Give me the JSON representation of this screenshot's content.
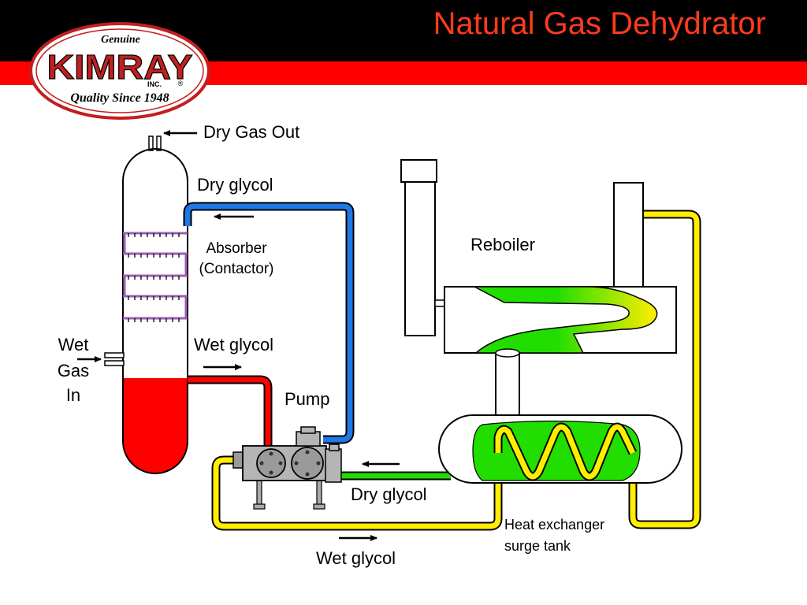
{
  "title": "Natural Gas Dehydrator",
  "logo": {
    "top_text": "Genuine",
    "brand": "KIMRAY",
    "sub": "INC.",
    "tagline": "Quality Since 1948",
    "registered_mark": "®"
  },
  "labels": {
    "dry_gas_out": "Dry Gas Out",
    "dry_glycol_top": "Dry glycol",
    "absorber_line1": "Absorber",
    "absorber_line2": "(Contactor)",
    "wet_glycol_mid": "Wet glycol",
    "wet_gas_in_line1": "Wet",
    "wet_gas_in_line2": "Gas",
    "wet_gas_in_line3": "In",
    "pump": "Pump",
    "reboiler": "Reboiler",
    "dry_glycol_bottom": "Dry glycol",
    "heat_exchanger_line1": "Heat exchanger",
    "heat_exchanger_line2": "surge tank",
    "wet_glycol_bottom": "Wet glycol"
  },
  "colors": {
    "header_bg": "#000000",
    "header_band": "#ff0000",
    "title": "#ff3b1f",
    "dry_glycol_line": "#1e78e6",
    "wet_glycol_line": "#ff0000",
    "return_line": "#ffee00",
    "dry_glycol_return": "#22dd00",
    "tray": "#9a5fb0"
  }
}
